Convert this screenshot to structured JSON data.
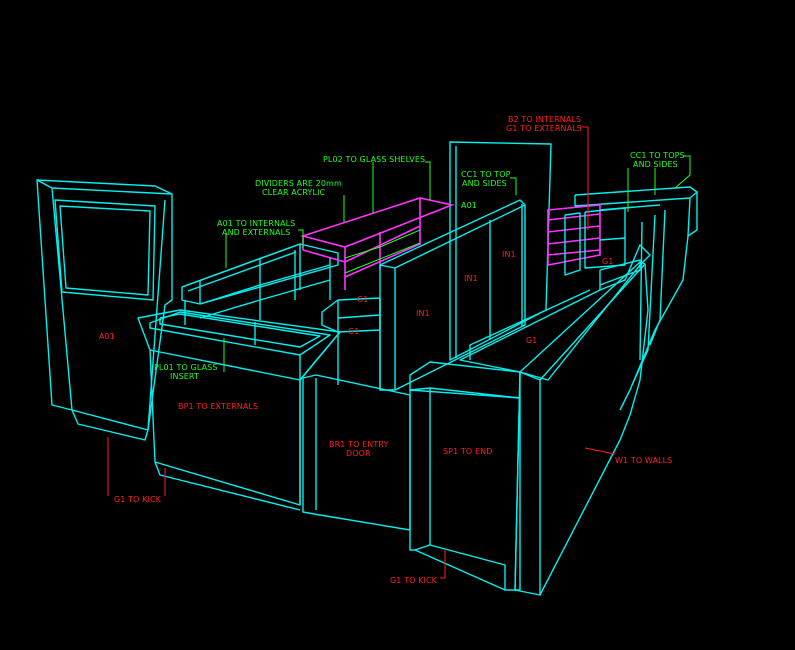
{
  "colors": {
    "background": "#000000",
    "outline": "#00f0f0",
    "glass_shelves": "#ff33ff",
    "green_label": "#22ff22",
    "red_label": "#ff2020"
  },
  "labels": {
    "b2_internals": "B2 TO INTERNALS",
    "g1_externals": "G1 TO EXTERNALS",
    "pl02_glass_shelves": "PL02 TO GLASS SHELVES",
    "cc1_top_sides_1": "CC1 TO TOP",
    "cc1_top_sides_2": "AND SIDES",
    "cc1_tops_sides_1": "CC1 TO TOPS",
    "cc1_tops_sides_2": "AND SIDES",
    "dividers_1": "DIVIDERS ARE 20mm",
    "dividers_2": "CLEAR ACRYLIC",
    "a01_top": "A01",
    "a01_internals_1": "A01 TO INTERNALS",
    "a01_internals_2": "AND EXTERNALS",
    "in1_a": "IN1",
    "in1_b": "IN1",
    "in1_c": "IN1",
    "g1_a": "G1",
    "g1_b": "G1",
    "g1_c": "G1",
    "g1_d": "G1",
    "a01_door": "A01",
    "pl01_glass_1": "PL01 TO GLASS",
    "pl01_glass_2": "INSERT",
    "bp1_externals": "BP1 TO EXTERNALS",
    "br1_entry_1": "BR1 TO ENTRY",
    "br1_entry_2": "DOOR",
    "sp1_end": "SP1 TO END",
    "w1_walls": "W1 TO WALLS",
    "g1_kick_left": "G1 TO KICK",
    "g1_kick_bottom": "G1 TO KICK"
  }
}
